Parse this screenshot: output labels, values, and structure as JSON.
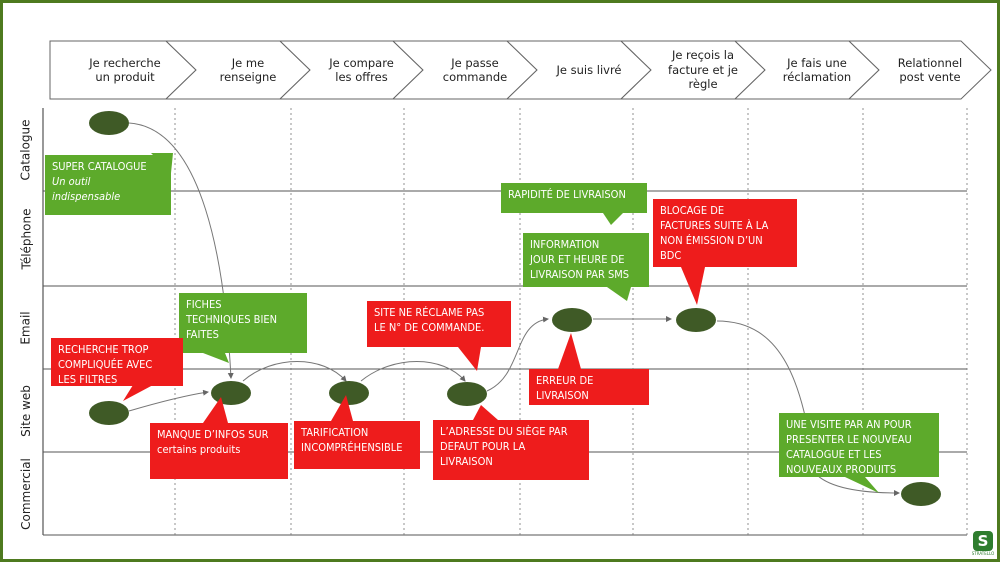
{
  "steps": [
    "Je recherche\nun produit",
    "Je me\nrenseigne",
    "Je compare\nles offres",
    "Je passe\ncommande",
    "Je suis livré",
    "Je reçois la\nfacture et je\nrègle",
    "Je fais une\nréclamation",
    "Relationnel\npost vente"
  ],
  "lanes": [
    "Catalogue",
    "Téléphone",
    "Email",
    "Site web",
    "Commercial"
  ],
  "callouts": {
    "super_catalogue": {
      "title": "SUPER CATALOGUE",
      "body": "Un outil\nindispensable"
    },
    "fiches": "FICHES\nTECHNIQUES BIEN\nFAITES",
    "recherche": "RECHERCHE TROP\nCOMPLIQUÉE AVEC\nLES FILTRES",
    "manque_infos": {
      "title": "MANQUE D’INFOS SUR",
      "body": "certains produits"
    },
    "tarification": "TARIFICATION\nINCOMPRÉHENSIBLE",
    "site_ne_reclame": "SITE NE RÉCLAME PAS\nLE N° DE COMMANDE.",
    "adresse": "L’ADRESSE DU SIÈGE PAR\nDEFAUT POUR LA\nLIVRAISON",
    "rapidite": "RAPIDITÉ DE LIVRAISON",
    "information": "INFORMATION\nJOUR ET HEURE DE\nLIVRAISON PAR SMS",
    "erreur": "ERREUR DE\nLIVRAISON",
    "blocage": "BLOCAGE DE\nFACTURES SUITE À LA\nNON ÉMISSION D’UN\nBDC",
    "visite": "UNE VISITE PAR AN POUR\nPRESENTER LE NOUVEAU\nCATALOGUE ET LES\nNOUVEAUX PRODUITS"
  },
  "colors": {
    "red": "#ee1c1c",
    "green": "#5daa2b",
    "node": "#3f5a26",
    "frame": "#4e7a1f"
  },
  "logo": {
    "mark": "S",
    "text": "STRATELLO"
  }
}
